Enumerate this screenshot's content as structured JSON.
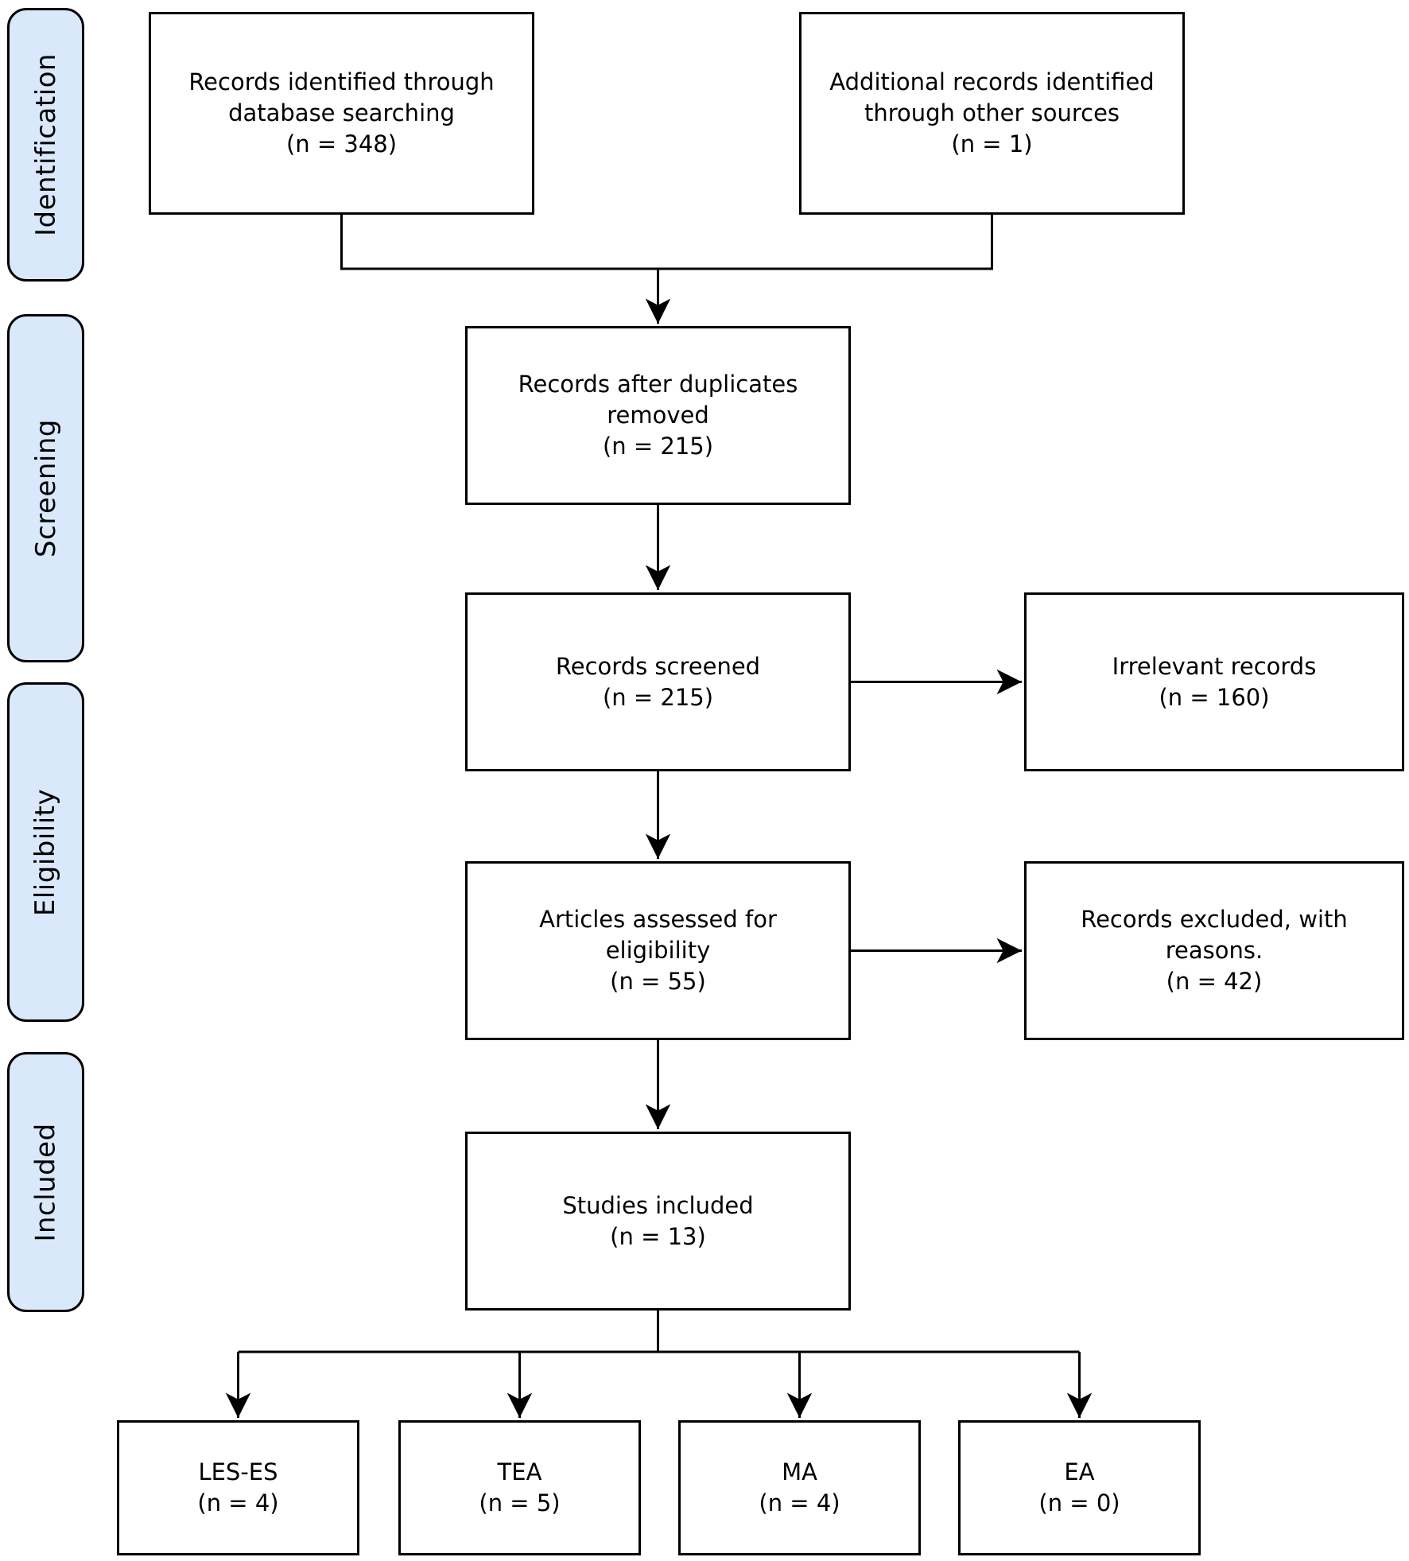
{
  "diagram": {
    "colors": {
      "sidebar_fill": "#dae8fc",
      "line_color": "#000000",
      "background": "#ffffff",
      "text_color": "#000000"
    },
    "sidebar": {
      "stages": [
        {
          "label": "Identification"
        },
        {
          "label": "Screening"
        },
        {
          "label": "Eligibility"
        },
        {
          "label": "Included"
        }
      ]
    },
    "boxes": {
      "db_records": {
        "label": "Records identified through database searching",
        "count": "(n = 348)"
      },
      "other_records": {
        "label": "Additional records identified through other sources",
        "count": "(n = 1)"
      },
      "dedup": {
        "label": "Records after duplicates removed",
        "count": "(n = 215)"
      },
      "screened": {
        "label": "Records screened",
        "count": "(n = 215)"
      },
      "irrelevant": {
        "label": "Irrelevant records",
        "count": "(n = 160)"
      },
      "assessed": {
        "label": "Articles assessed for eligibility",
        "count": "(n = 55)"
      },
      "excluded": {
        "label": "Records excluded, with reasons.",
        "count": "(n = 42)"
      },
      "included_studies": {
        "label": "Studies included",
        "count": "(n = 13)"
      },
      "les_es": {
        "label": "LES-ES",
        "count": "(n = 4)"
      },
      "tea": {
        "label": "TEA",
        "count": "(n = 5)"
      },
      "ma": {
        "label": "MA",
        "count": "(n = 4)"
      },
      "ea": {
        "label": "EA",
        "count": "(n = 0)"
      }
    }
  }
}
